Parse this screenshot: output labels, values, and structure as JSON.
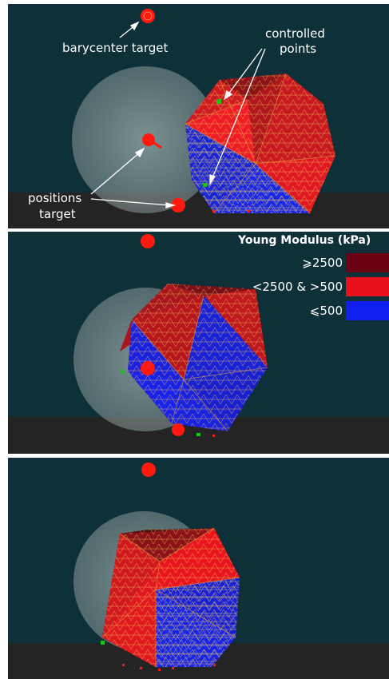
{
  "panel1": {
    "annotations": {
      "barycenter_target": "barycenter target",
      "controlled_points_line1": "controlled",
      "controlled_points_line2": "points",
      "positions_target_line1": "positions",
      "positions_target_line2": "target"
    }
  },
  "legend": {
    "title": "Young Modulus (kPa)",
    "items": [
      {
        "label": "⩾2500",
        "color": "#6b0010"
      },
      {
        "label": "<2500 & >500",
        "color": "#e8101a"
      },
      {
        "label": "⩽500",
        "color": "#1020f0"
      }
    ]
  },
  "colors": {
    "background": "#0e3038",
    "floor": "#242424",
    "target_red": "#ff1a0f",
    "control_green": "#19c419",
    "sphere_gray": "#9aa6a6"
  }
}
